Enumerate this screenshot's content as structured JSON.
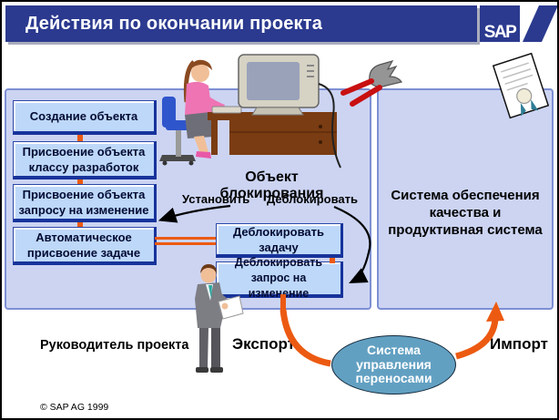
{
  "title": {
    "text": "Действия по окончании проекта",
    "logo": "SAP"
  },
  "process": {
    "boxes": [
      "Создание объекта",
      "Присвоение объекта классу разработок",
      "Присвоение объекта запросу на изменение",
      "Автоматическое присвоение задаче"
    ]
  },
  "locking": {
    "header": "Объект блокирования",
    "set_label": "Установить",
    "release_label": "Деблокировать",
    "release_boxes": [
      "Деблокировать задачу",
      "Деблокировать запрос на изменение"
    ]
  },
  "right_panel": {
    "label": "Система обеспечения качества и продуктивная система"
  },
  "bottom": {
    "project_manager": "Руководитель проекта",
    "export_label": "Экспорт",
    "import_label": "Импорт",
    "tms_label": "Система управления переносами"
  },
  "footer": {
    "copyright": "© SAP AG 1999"
  },
  "icons": {
    "developer": "woman-at-computer-icon",
    "tools": "pliers-icon",
    "quality": "certificate-icon",
    "manager": "project-manager-icon"
  },
  "colors": {
    "navy": "#2b3a8f",
    "panel_fill": "#ccd4f2",
    "panel_border": "#7d8fd4",
    "box_fill": "#bed8f9",
    "box_border": "#17339b",
    "accent_orange": "#ec5a12",
    "ellipse_fill": "#62a0c2"
  }
}
